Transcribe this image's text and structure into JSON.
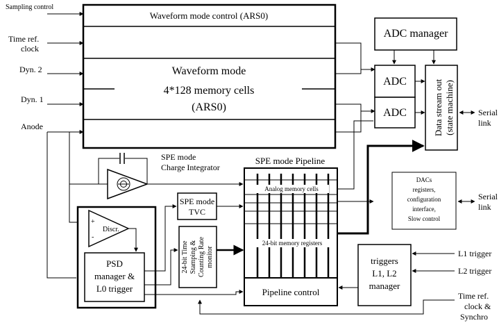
{
  "inputs": {
    "sampling_control": "Sampling control",
    "time_ref_clock_1": "Time ref.",
    "time_ref_clock_2": "clock",
    "dyn2": "Dyn. 2",
    "dyn1": "Dyn. 1",
    "anode": "Anode"
  },
  "waveform": {
    "control_label": "Waveform mode control (ARS0)",
    "main_line1": "Waveform mode",
    "main_line2": "4*128 memory cells",
    "main_line3": "(ARS0)"
  },
  "adc": {
    "manager": "ADC manager",
    "adc_top": "ADC",
    "adc_bottom": "ADC"
  },
  "data_stream": {
    "line1": "Data stream out",
    "line2": "(state machine)"
  },
  "serial_link_top": {
    "line1": "Serial",
    "line2": "link"
  },
  "serial_link_bottom": {
    "line1": "Serial",
    "line2": "link"
  },
  "spe_integrator": {
    "line1": "SPE mode",
    "line2": "Charge Integrator"
  },
  "pipeline": {
    "title": "SPE mode Pipeline",
    "analog_cells": "Analog memory cells",
    "memory_registers": "24-bit memory registers",
    "control": "Pipeline control"
  },
  "dacs": {
    "line1": "DACs",
    "line2": "registers,",
    "line3": "configuration",
    "line4": "interface,",
    "line5": "Slow control"
  },
  "tvc": {
    "line1": "SPE mode",
    "line2": "TVC"
  },
  "timestamp": {
    "line1": "24-bit Time",
    "line2": "Stamping &",
    "line3": "Counting Rate",
    "line4": "monitor"
  },
  "discr": {
    "label": "Discr.",
    "plus": "+",
    "minus": "-"
  },
  "psd": {
    "line1": "PSD",
    "line2": "manager &",
    "line3": "L0 trigger"
  },
  "triggers_box": {
    "line1": "triggers",
    "line2": "L1, L2",
    "line3": "manager"
  },
  "triggers": {
    "l1": "L1 trigger",
    "l2": "L2 trigger"
  },
  "time_ref_sync": {
    "line1": "Time ref.",
    "line2": "clock &",
    "line3": "Synchro"
  }
}
